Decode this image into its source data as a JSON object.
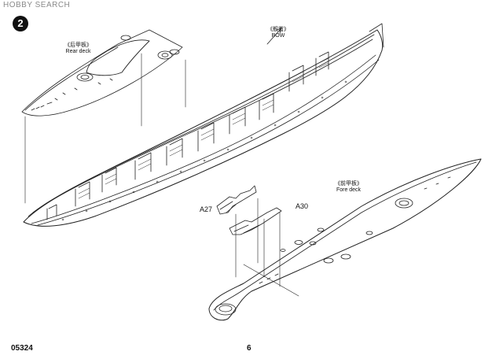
{
  "watermark": "HOBBY SEARCH",
  "step_number": "2",
  "labels": {
    "rear_deck_cn": "《后甲板》",
    "rear_deck_en": "Rear deck",
    "bow_cn": "《舰首》",
    "bow_en": "BOW",
    "fore_deck_cn": "《前甲板》",
    "fore_deck_en": "Fore deck"
  },
  "parts": {
    "a27": "A27",
    "a30": "A30"
  },
  "footer": {
    "kit_code": "05324",
    "page_number": "6"
  }
}
